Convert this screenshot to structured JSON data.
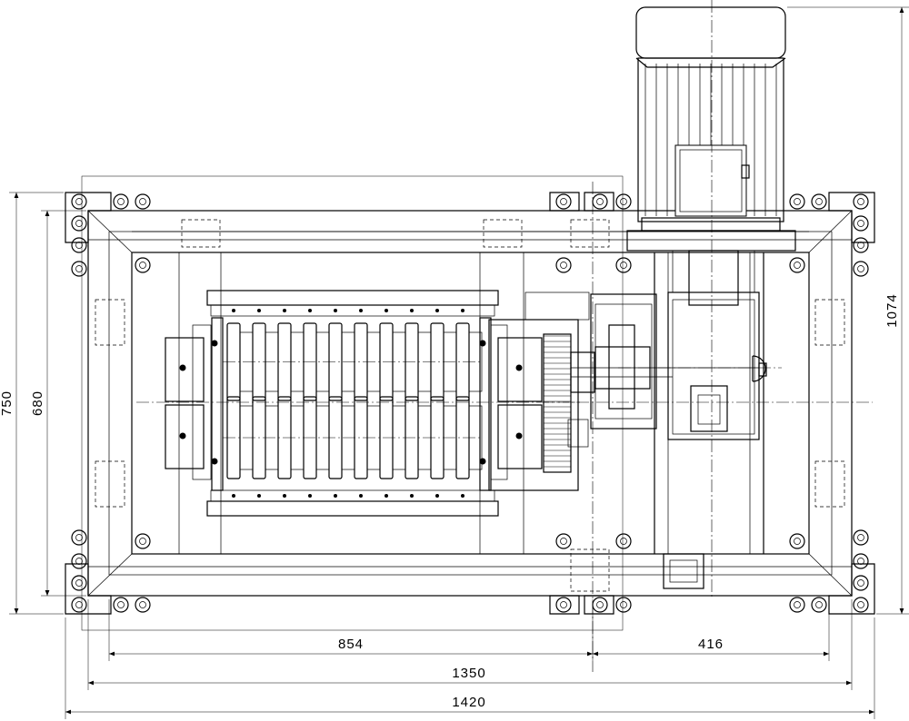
{
  "drawing": {
    "units": "mm",
    "dimensions": {
      "dim_854": "854",
      "dim_416": "416",
      "dim_1350": "1350",
      "dim_1420": "1420",
      "dim_750": "750",
      "dim_680": "680",
      "dim_1074": "1074"
    }
  }
}
